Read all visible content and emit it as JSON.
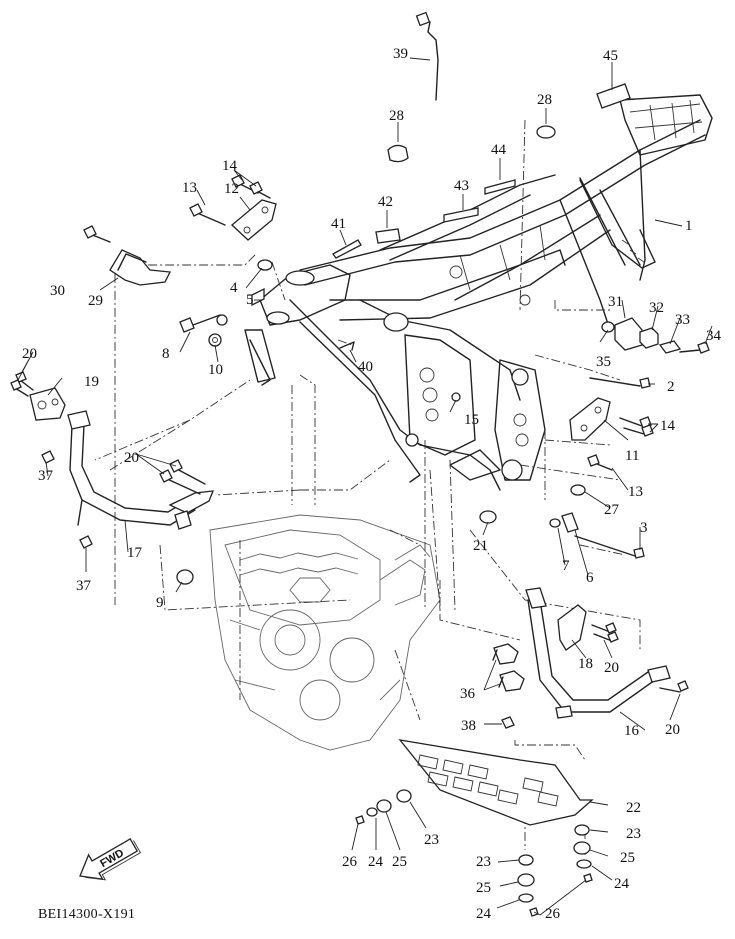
{
  "diagram": {
    "code": "BEI14300-X191",
    "fwd_label": "FWD",
    "callouts": {
      "c1": "1",
      "c2": "2",
      "c3": "3",
      "c4": "4",
      "c5": "5",
      "c6": "6",
      "c7": "7",
      "c8": "8",
      "c9": "9",
      "c10": "10",
      "c11": "11",
      "c12": "12",
      "c13a": "13",
      "c13b": "13",
      "c14a": "14",
      "c14b": "14",
      "c15": "15",
      "c16": "16",
      "c17": "17",
      "c18": "18",
      "c19": "19",
      "c20a": "20",
      "c20b": "20",
      "c20c": "20",
      "c20d": "20",
      "c21": "21",
      "c22": "22",
      "c23a": "23",
      "c23b": "23",
      "c23c": "23",
      "c24a": "24",
      "c24b": "24",
      "c24c": "24",
      "c25a": "25",
      "c25b": "25",
      "c25c": "25",
      "c26a": "26",
      "c26b": "26",
      "c27": "27",
      "c28a": "28",
      "c28b": "28",
      "c29": "29",
      "c30": "30",
      "c31": "31",
      "c32": "32",
      "c33": "33",
      "c34": "34",
      "c35": "35",
      "c36": "36",
      "c37a": "37",
      "c37b": "37",
      "c38": "38",
      "c39": "39",
      "c40": "40",
      "c41": "41",
      "c42": "42",
      "c43": "43",
      "c44": "44",
      "c45": "45"
    }
  }
}
